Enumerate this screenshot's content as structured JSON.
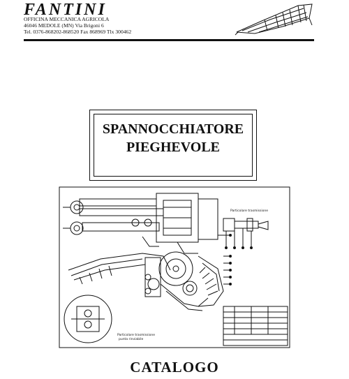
{
  "company": {
    "name": "FANTINI",
    "line1": "OFFICINA MECCANICA AGRICOLA",
    "line2": "46046 MEDOLE (MN) Via Brigoni 6",
    "line3": "Tel. 0376-868202-868520 Fax 868969 Tlx 300462"
  },
  "title": {
    "line1": "SPANNOCCHIATORE",
    "line2": "PIEGHEVOLE"
  },
  "drawing": {
    "label_top_right": "Particolare trasmissione",
    "label_bottom_left_1": "Particolare trasmissione",
    "label_bottom_left_2": "punta rinviabile"
  },
  "footer": {
    "catalog_label": "CATALOGO"
  }
}
